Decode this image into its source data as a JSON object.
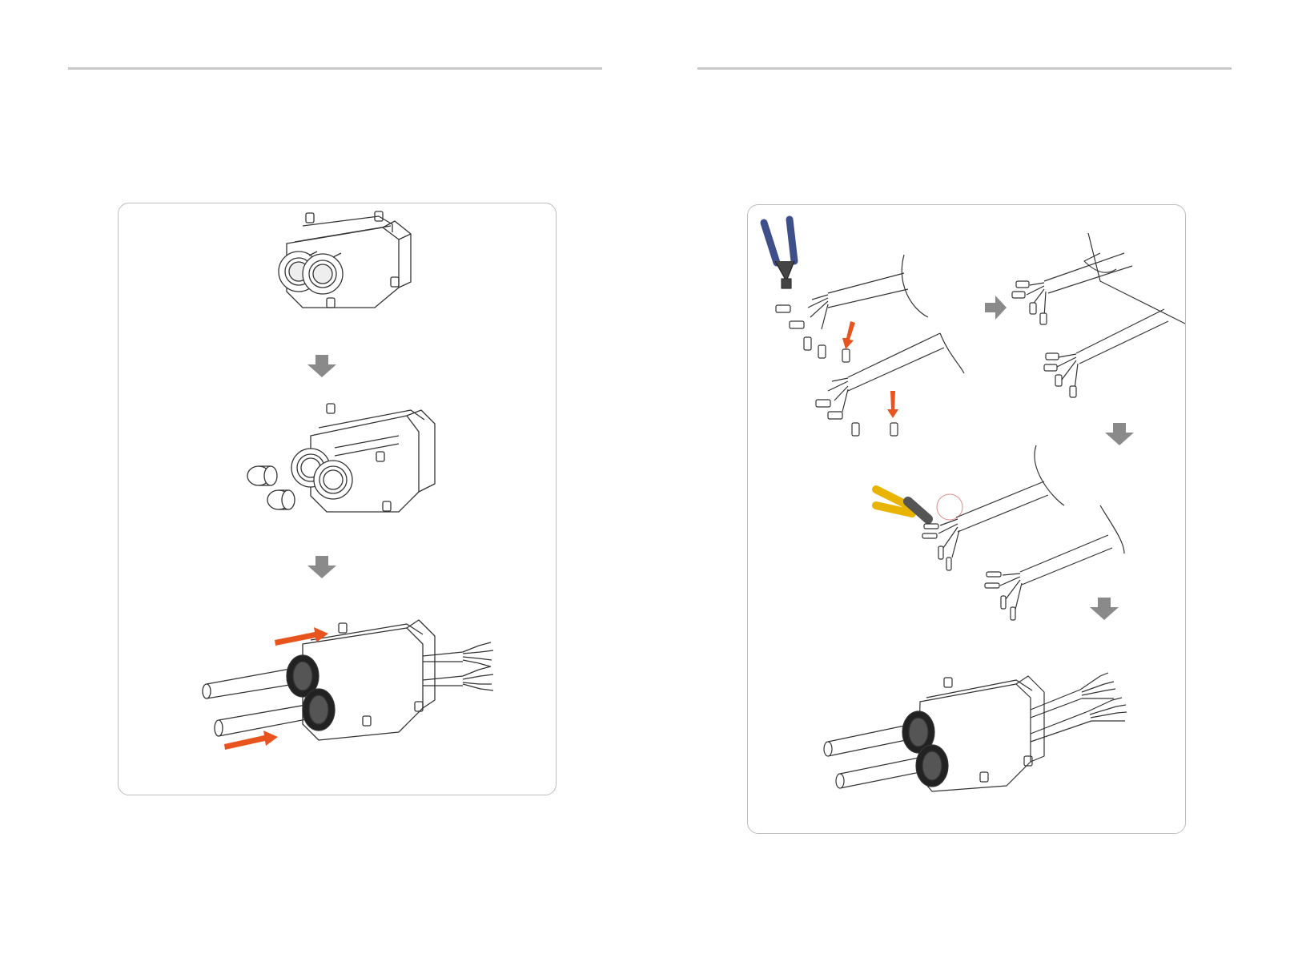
{
  "page": {
    "left_header_rule": "",
    "right_header_rule": ""
  },
  "left_figure": {
    "steps": [
      {
        "id": "box-closed",
        "icon": "junction-box-icon"
      },
      {
        "id": "remove-plugs",
        "icon": "sealing-plug-icon"
      },
      {
        "id": "insert-cables",
        "icon": "cable-insert-icon"
      }
    ],
    "arrow_color": "#8a8a8a",
    "accent_color": "#e8541e"
  },
  "right_figure": {
    "steps": [
      {
        "id": "crimp-ferrules",
        "icon": "crimping-pliers-icon"
      },
      {
        "id": "ferrules-fitted",
        "icon": "ferrule-icon"
      },
      {
        "id": "crimp-terminals",
        "icon": "wire-crimper-icon"
      },
      {
        "id": "assembled",
        "icon": "junction-box-icon"
      }
    ],
    "arrow_color": "#8a8a8a",
    "accent_color": "#e8541e",
    "tool_colors": {
      "blue_handle": "#3f4f8a",
      "yellow_handle": "#e8b400"
    }
  }
}
